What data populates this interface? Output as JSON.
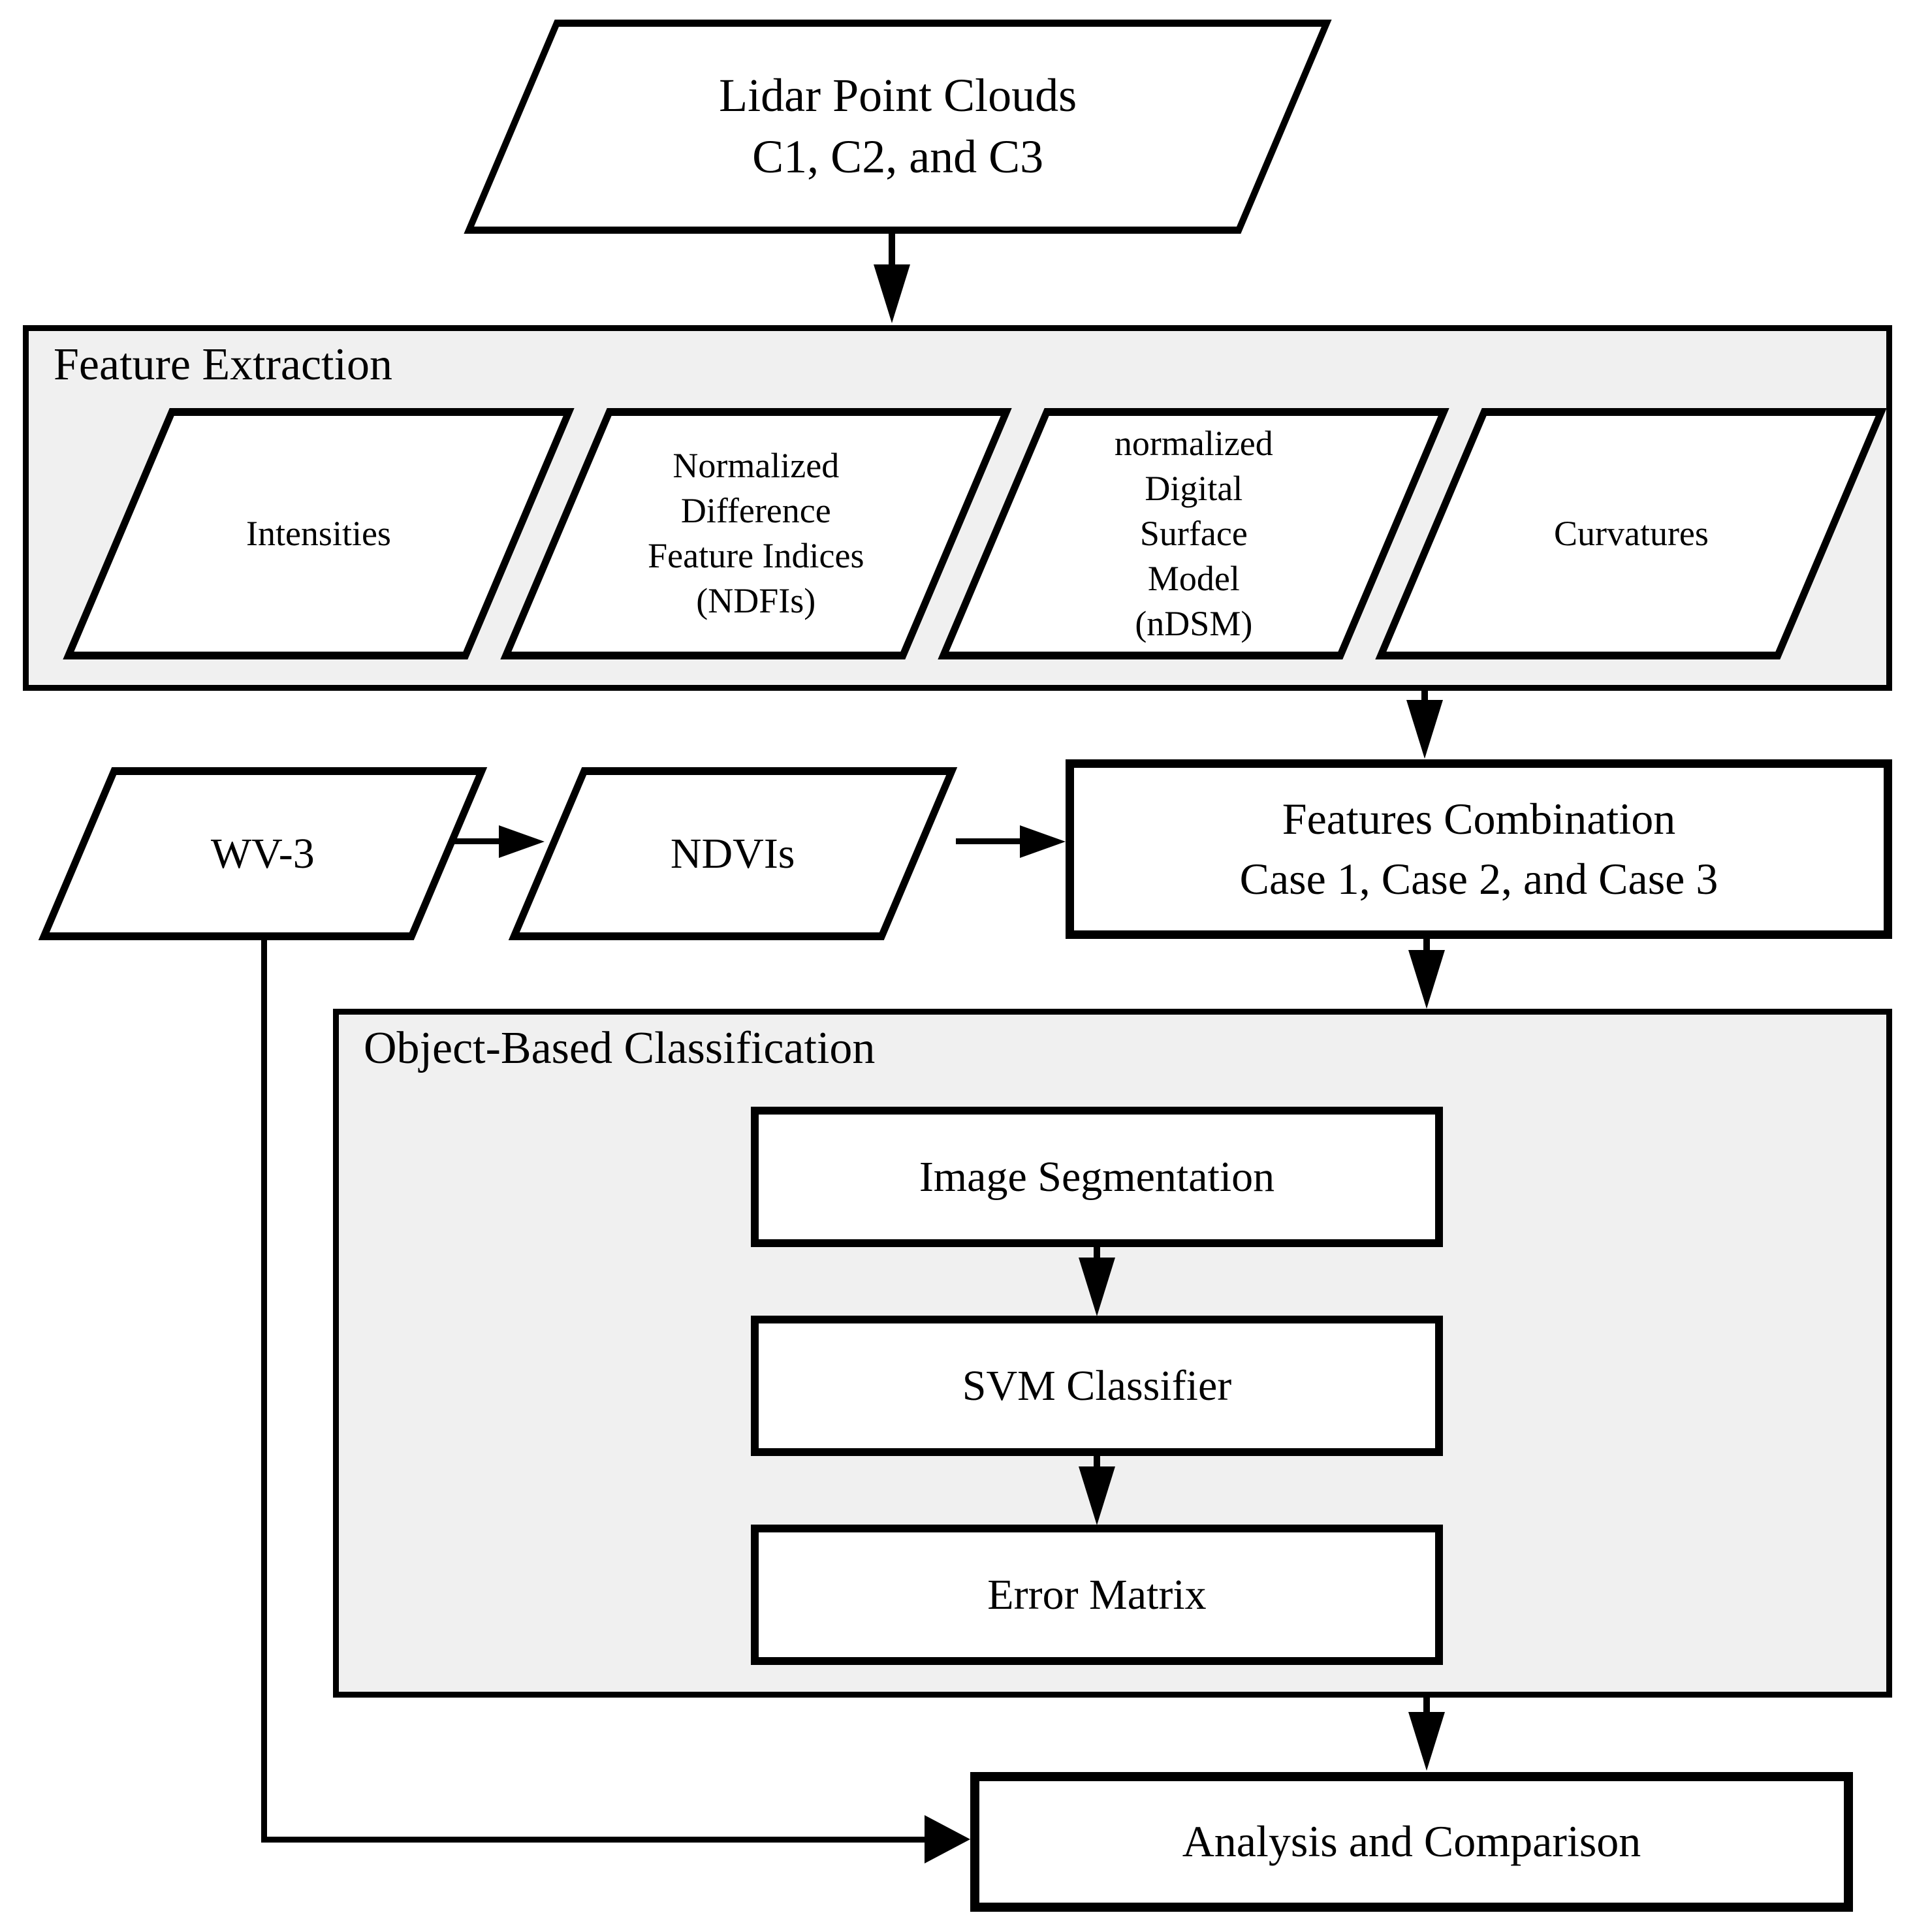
{
  "colors": {
    "background": "#ffffff",
    "panel_fill": "#f0f0f0",
    "node_fill": "#ffffff",
    "stroke": "#000000"
  },
  "nodes": {
    "lidar": {
      "label": "Lidar Point Clouds\nC1, C2, and C3",
      "shape": "parallelogram"
    },
    "wv3": {
      "label": "WV-3",
      "shape": "parallelogram"
    },
    "ndvis": {
      "label": "NDVIs",
      "shape": "parallelogram"
    },
    "features_combination": {
      "label": "Features Combination\nCase 1, Case 2, and Case 3",
      "shape": "rectangle"
    },
    "analysis": {
      "label": "Analysis and Comparison",
      "shape": "rectangle"
    }
  },
  "panels": {
    "feature_extraction": {
      "label": "Feature Extraction",
      "items": [
        {
          "label": "Intensities",
          "shape": "parallelogram"
        },
        {
          "label": "Normalized\nDifference\nFeature Indices\n(NDFIs)",
          "shape": "parallelogram"
        },
        {
          "label": "normalized\nDigital\nSurface\nModel\n(nDSM)",
          "shape": "parallelogram"
        },
        {
          "label": "Curvatures",
          "shape": "parallelogram"
        }
      ]
    },
    "object_based_classification": {
      "label": "Object-Based Classification",
      "steps": [
        {
          "label": "Image Segmentation"
        },
        {
          "label": "SVM Classifier"
        },
        {
          "label": "Error Matrix"
        }
      ]
    }
  },
  "connections": [
    {
      "from": "Lidar Point Clouds C1, C2, and C3",
      "to": "Feature Extraction"
    },
    {
      "from": "Feature Extraction",
      "to": "Features Combination Case 1, Case 2, and Case 3"
    },
    {
      "from": "WV-3",
      "to": "NDVIs"
    },
    {
      "from": "NDVIs",
      "to": "Features Combination Case 1, Case 2, and Case 3"
    },
    {
      "from": "Features Combination Case 1, Case 2, and Case 3",
      "to": "Object-Based Classification"
    },
    {
      "from": "Image Segmentation",
      "to": "SVM Classifier"
    },
    {
      "from": "SVM Classifier",
      "to": "Error Matrix"
    },
    {
      "from": "Object-Based Classification",
      "to": "Analysis and Comparison"
    },
    {
      "from": "WV-3",
      "to": "Analysis and Comparison"
    }
  ]
}
